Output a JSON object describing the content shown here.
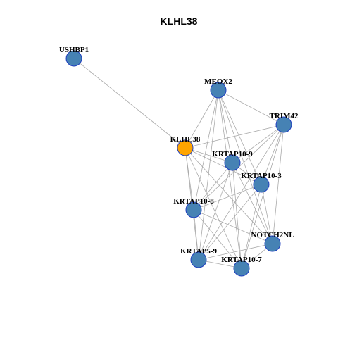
{
  "title": "KLHL38",
  "colors": {
    "hub_fill": "#FFA500",
    "node_fill": "#4682B4",
    "node_stroke": "#1F3FBF",
    "edge": "#AAAAAA"
  },
  "nodes": [
    {
      "id": "USHBP1",
      "label": "USHBP1",
      "hub": false
    },
    {
      "id": "MEOX2",
      "label": "MEOX2",
      "hub": false
    },
    {
      "id": "TRIM42",
      "label": "TRIM42",
      "hub": false
    },
    {
      "id": "KLHL38",
      "label": "KLHL38",
      "hub": true
    },
    {
      "id": "KRTAP10-9",
      "label": "KRTAP10-9",
      "hub": false
    },
    {
      "id": "KRTAP10-3",
      "label": "KRTAP10-3",
      "hub": false
    },
    {
      "id": "KRTAP10-8",
      "label": "KRTAP10-8",
      "hub": false
    },
    {
      "id": "NOTCH2NL",
      "label": "NOTCH2NL",
      "hub": false
    },
    {
      "id": "KRTAP5-9",
      "label": "KRTAP5-9",
      "hub": false
    },
    {
      "id": "KRTAP10-7",
      "label": "KRTAP10-7",
      "hub": false
    }
  ],
  "edges": [
    [
      "USHBP1",
      "KLHL38"
    ],
    [
      "KLHL38",
      "MEOX2"
    ],
    [
      "KLHL38",
      "TRIM42"
    ],
    [
      "KLHL38",
      "KRTAP10-9"
    ],
    [
      "KLHL38",
      "KRTAP10-3"
    ],
    [
      "KLHL38",
      "KRTAP10-8"
    ],
    [
      "KLHL38",
      "NOTCH2NL"
    ],
    [
      "KLHL38",
      "KRTAP5-9"
    ],
    [
      "KLHL38",
      "KRTAP10-7"
    ],
    [
      "MEOX2",
      "TRIM42"
    ],
    [
      "MEOX2",
      "KRTAP10-9"
    ],
    [
      "MEOX2",
      "KRTAP10-3"
    ],
    [
      "MEOX2",
      "KRTAP10-8"
    ],
    [
      "MEOX2",
      "KRTAP5-9"
    ],
    [
      "MEOX2",
      "KRTAP10-7"
    ],
    [
      "MEOX2",
      "NOTCH2NL"
    ],
    [
      "TRIM42",
      "KRTAP10-9"
    ],
    [
      "TRIM42",
      "KRTAP10-3"
    ],
    [
      "TRIM42",
      "KRTAP10-8"
    ],
    [
      "TRIM42",
      "KRTAP5-9"
    ],
    [
      "TRIM42",
      "KRTAP10-7"
    ],
    [
      "TRIM42",
      "NOTCH2NL"
    ],
    [
      "KRTAP10-9",
      "KRTAP10-3"
    ],
    [
      "KRTAP10-9",
      "KRTAP10-8"
    ],
    [
      "KRTAP10-9",
      "KRTAP5-9"
    ],
    [
      "KRTAP10-9",
      "KRTAP10-7"
    ],
    [
      "KRTAP10-9",
      "NOTCH2NL"
    ],
    [
      "KRTAP10-3",
      "KRTAP10-8"
    ],
    [
      "KRTAP10-3",
      "KRTAP5-9"
    ],
    [
      "KRTAP10-3",
      "KRTAP10-7"
    ],
    [
      "KRTAP10-3",
      "NOTCH2NL"
    ],
    [
      "KRTAP10-8",
      "KRTAP5-9"
    ],
    [
      "KRTAP10-8",
      "KRTAP10-7"
    ],
    [
      "KRTAP10-8",
      "NOTCH2NL"
    ],
    [
      "KRTAP5-9",
      "KRTAP10-7"
    ],
    [
      "KRTAP5-9",
      "NOTCH2NL"
    ],
    [
      "KRTAP10-7",
      "NOTCH2NL"
    ]
  ]
}
